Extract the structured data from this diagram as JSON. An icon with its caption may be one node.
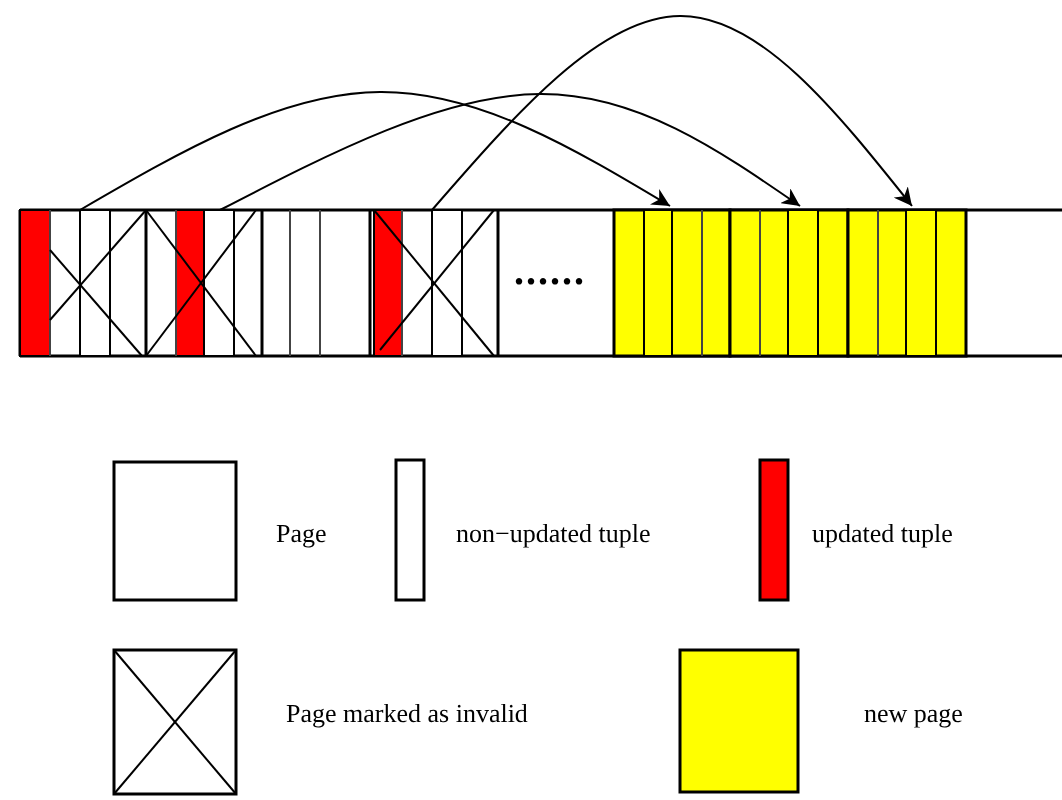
{
  "diagram": {
    "nodes": [
      {
        "text": [],
        "shape": "box"
      },
      {
        "text": [],
        "shape": "box"
      },
      {
        "text": [],
        "shape": "box"
      },
      {
        "text": [],
        "shape": "box"
      },
      {
        "text": [],
        "shape": "box"
      },
      {
        "text": [],
        "shape": "box"
      }
    ],
    "edges": [
      {
        "from": 0,
        "to": 3,
        "arrow": "to"
      },
      {
        "from": 1,
        "to": 4,
        "arrow": "to"
      },
      {
        "from": 2,
        "to": 5,
        "arrow": "to"
      }
    ],
    "labels": [
      "......"
    ],
    "legend": [
      {
        "text": "Page"
      },
      {
        "text": "non−updated tuple"
      },
      {
        "text": "updated tuple",
        "color": "#ff0000"
      },
      {
        "text": "Page marked as invalid"
      },
      {
        "text": "new page",
        "color": "#ffff00"
      }
    ]
  }
}
